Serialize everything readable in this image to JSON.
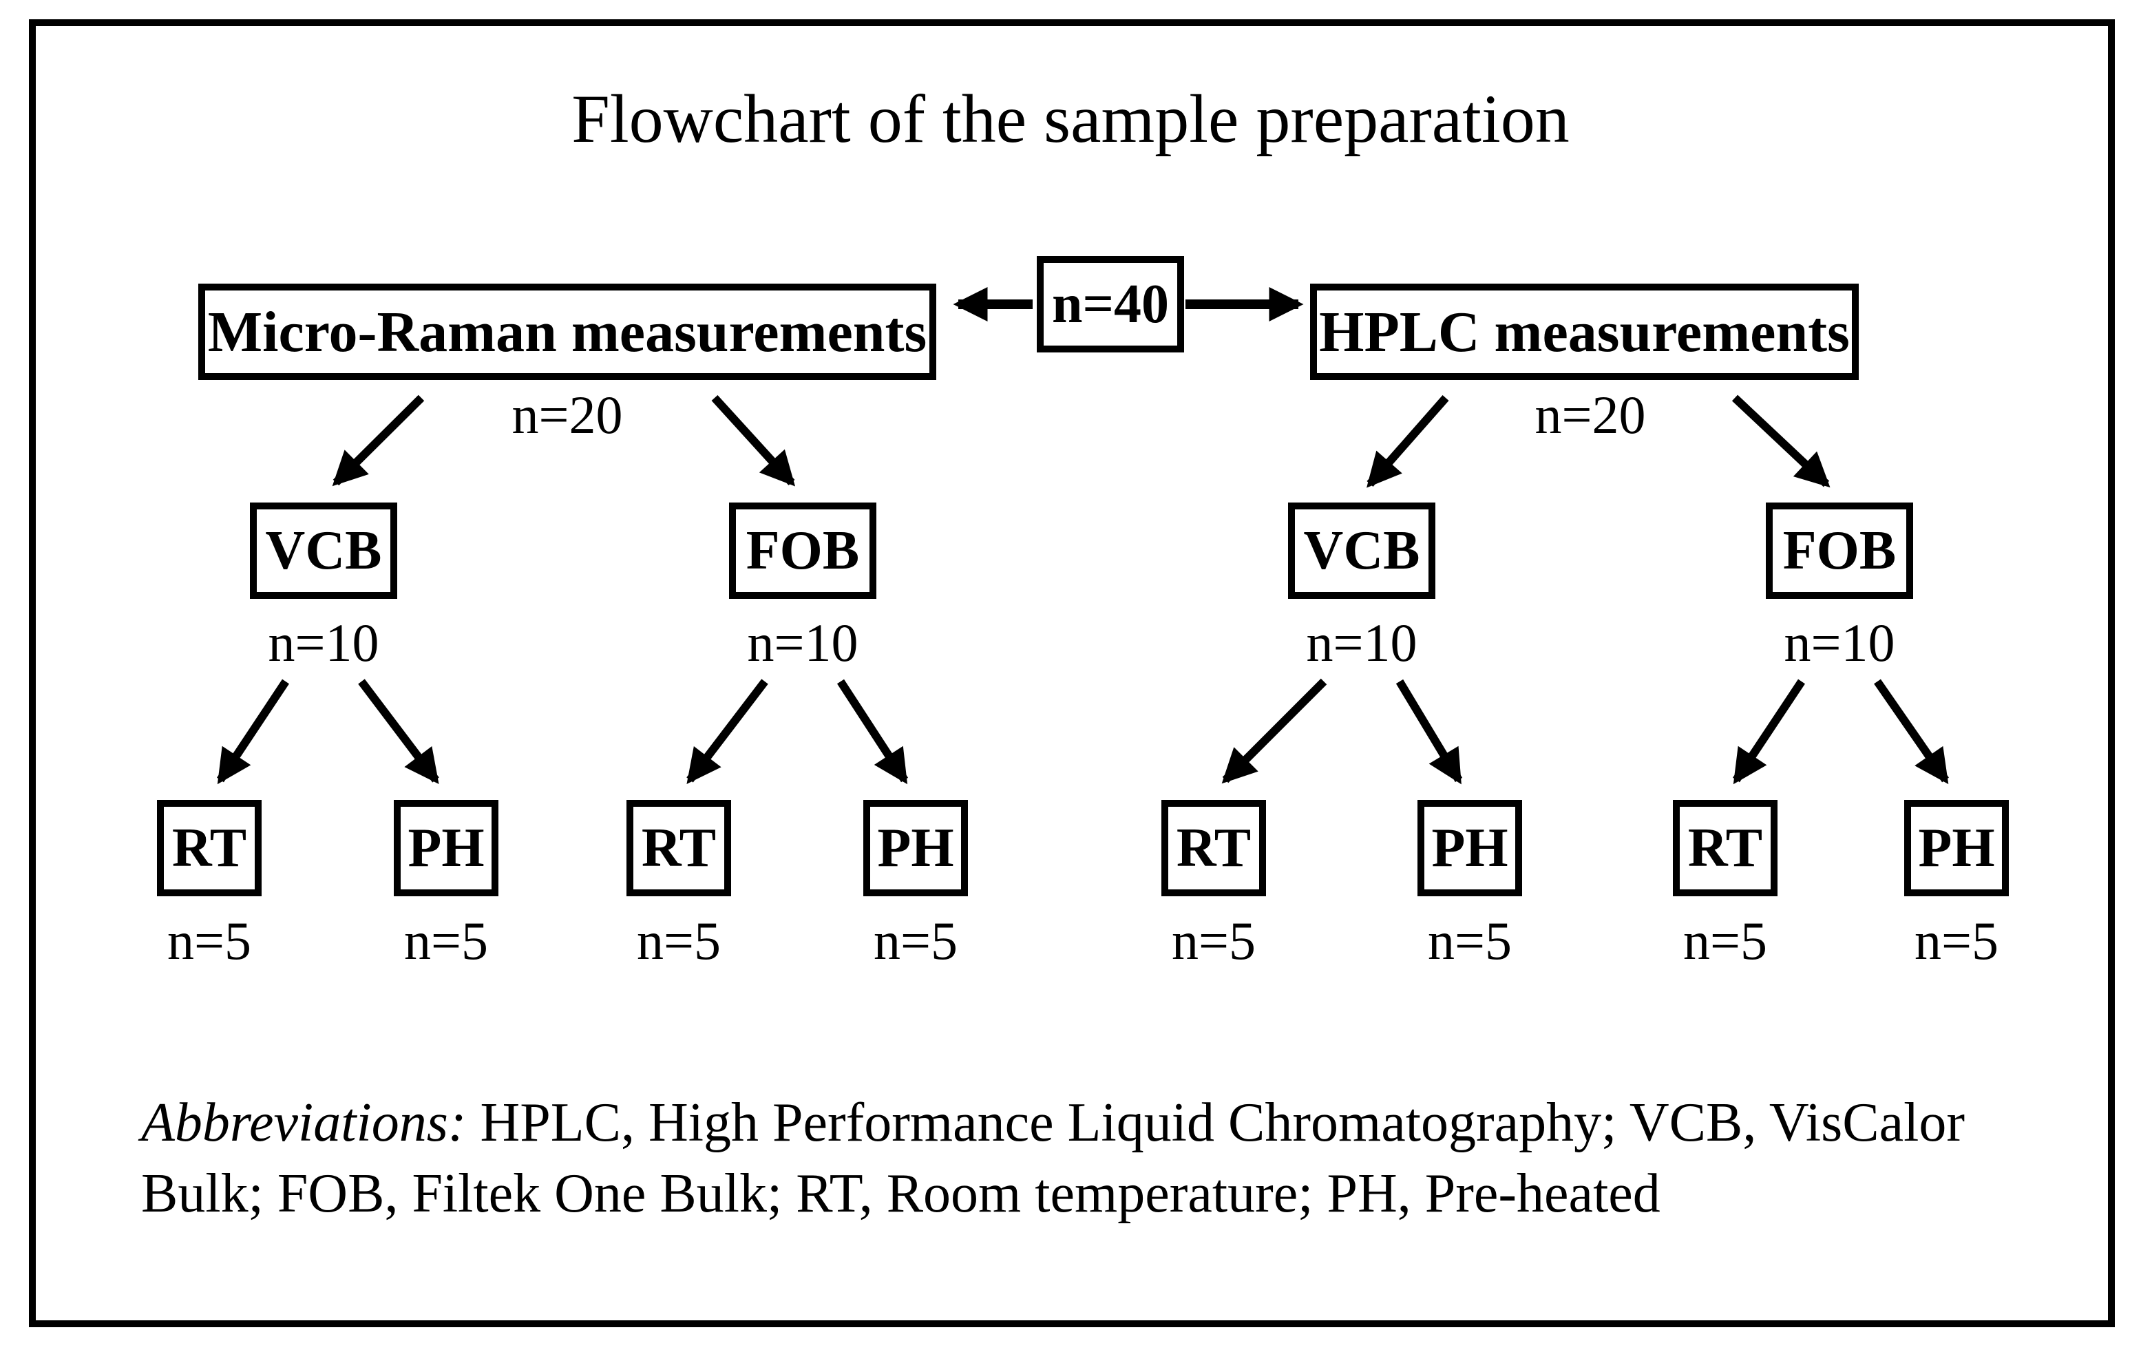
{
  "title": "Flowchart of the sample preparation",
  "root": {
    "label": "n=40"
  },
  "trees": [
    {
      "label": "Micro-Raman measurements",
      "count": "n=20",
      "children": [
        {
          "label": "VCB",
          "count": "n=10",
          "children": [
            {
              "label": "RT",
              "count": "n=5"
            },
            {
              "label": "PH",
              "count": "n=5"
            }
          ]
        },
        {
          "label": "FOB",
          "count": "n=10",
          "children": [
            {
              "label": "RT",
              "count": "n=5"
            },
            {
              "label": "PH",
              "count": "n=5"
            }
          ]
        }
      ]
    },
    {
      "label": "HPLC measurements",
      "count": "n=20",
      "children": [
        {
          "label": "VCB",
          "count": "n=10",
          "children": [
            {
              "label": "RT",
              "count": "n=5"
            },
            {
              "label": "PH",
              "count": "n=5"
            }
          ]
        },
        {
          "label": "FOB",
          "count": "n=10",
          "children": [
            {
              "label": "RT",
              "count": "n=5"
            },
            {
              "label": "PH",
              "count": "n=5"
            }
          ]
        }
      ]
    }
  ],
  "abbreviations": {
    "label": "Abbreviations:",
    "line1": " HPLC, High Performance Liquid Chromatography; VCB, VisCalor",
    "line2": "Bulk; FOB, Filtek One Bulk; RT, Room temperature; PH, Pre-heated"
  },
  "colors": {
    "ink": "#000000",
    "background": "#ffffff"
  }
}
